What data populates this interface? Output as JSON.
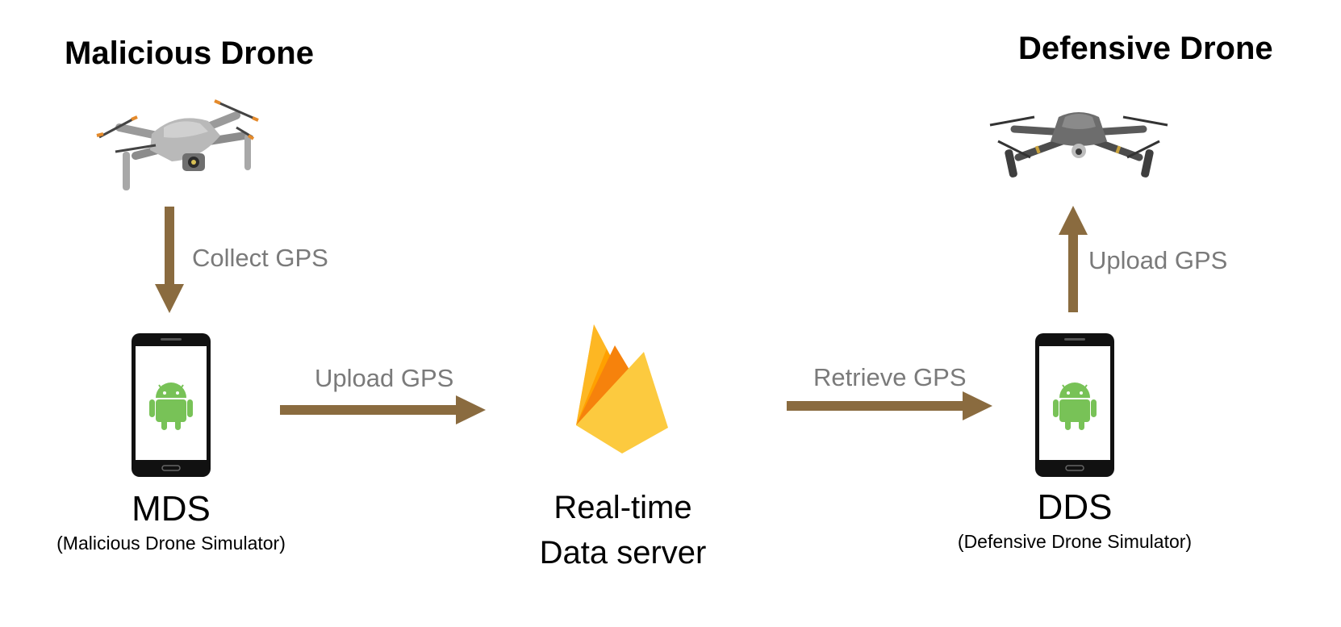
{
  "nodes": {
    "malicious_drone": {
      "title": "Malicious Drone"
    },
    "defensive_drone": {
      "title": "Defensive Drone"
    },
    "mds": {
      "name": "MDS",
      "subtitle": "(Malicious Drone Simulator)"
    },
    "dds": {
      "name": "DDS",
      "subtitle": "(Defensive Drone Simulator)"
    },
    "server": {
      "line1": "Real-time",
      "line2": "Data server"
    }
  },
  "edges": {
    "collect": "Collect GPS",
    "upload_server": "Upload GPS",
    "retrieve": "Retrieve GPS",
    "upload_drone": "Upload GPS"
  },
  "colors": {
    "arrow": "#8a6b3f",
    "edge_text": "#7a7a7a",
    "android_green": "#78c257",
    "phone_body": "#111111",
    "flame_orange": "#f6820c",
    "flame_yellow": "#fcca3f",
    "flame_amber": "#ffa000"
  }
}
